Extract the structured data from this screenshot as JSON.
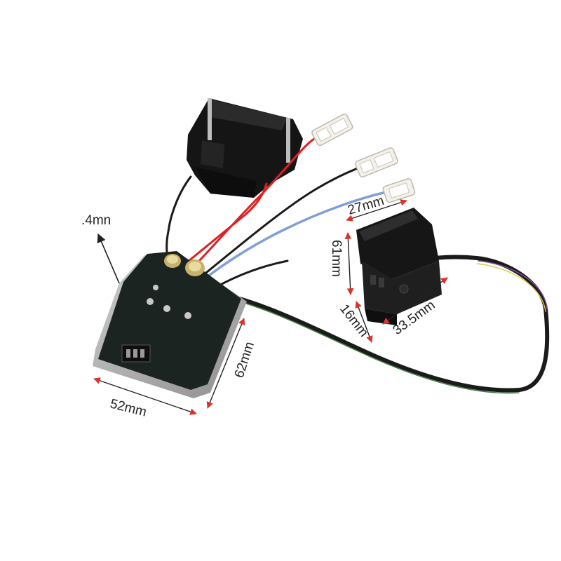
{
  "dimensions": {
    "board_thickness": ".4mn",
    "board_width": "52mm",
    "board_height": "62mm",
    "switch_width": "27mm",
    "switch_height": "61mm",
    "switch_depth": "16mm",
    "switch_length": "33.5mm"
  },
  "colors": {
    "arrow": "#d9342b",
    "pointer": "#222222",
    "pcb": "#1c2422",
    "wire_red": "#e02020",
    "wire_blue": "#7f9fd6",
    "wire_black": "#1a1a1a",
    "connector": "#f4f1ea"
  }
}
